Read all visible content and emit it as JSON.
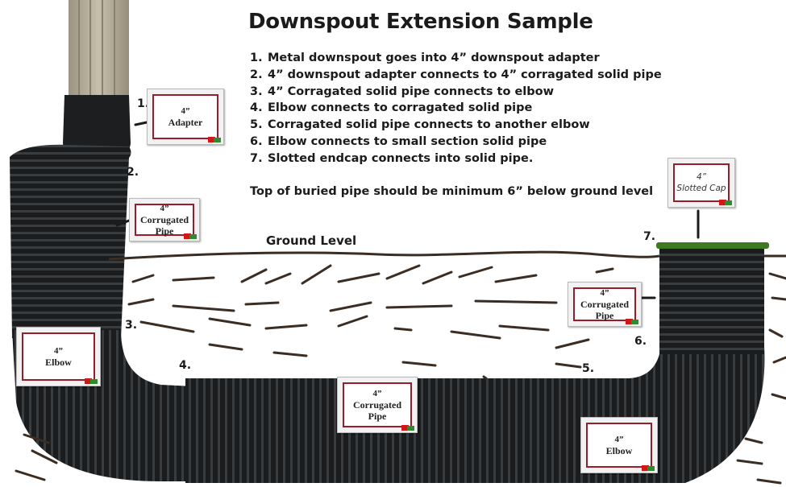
{
  "title": "Downspout Extension Sample",
  "steps": [
    {
      "number": "1.",
      "text": "Metal downspout goes into 4” downspout adapter"
    },
    {
      "number": "2.",
      "text": "4” downspout adapter connects to 4” corragated solid pipe"
    },
    {
      "number": "3.",
      "text": "4” Corragated solid pipe connects to elbow"
    },
    {
      "number": "4.",
      "text": "Elbow connects to corragated solid pipe"
    },
    {
      "number": "5.",
      "text": "Corragated solid pipe connects to another elbow"
    },
    {
      "number": "6.",
      "text": "Elbow connects to small section solid pipe"
    },
    {
      "number": "7.",
      "text": "Slotted endcap connects into solid pipe."
    }
  ],
  "note": "Top of buried pipe should be minimum 6” below ground level",
  "ground_label": "Ground Level",
  "markers": [
    "1.",
    "2.",
    "3.",
    "4.",
    "5.",
    "6.",
    "7."
  ],
  "labels": {
    "adapter": {
      "size": "4”",
      "name": "Adapter"
    },
    "pipe_upper": {
      "size": "4”",
      "name": "Corrugated Pipe"
    },
    "elbow_left": {
      "size": "4”",
      "name": "Elbow"
    },
    "pipe_bottom": {
      "size": "4”",
      "name": "Corrugated Pipe"
    },
    "elbow_right": {
      "size": "4”",
      "name": "Elbow"
    },
    "pipe_right": {
      "size": "4”",
      "name": "Corrugated Pipe"
    },
    "cap": {
      "size": "4”",
      "name": "Slotted Cap"
    }
  },
  "colors": {
    "pipe": "#1a1c1e",
    "pipe_rib": "#3a3d40",
    "downspout": "#b3ab96",
    "ground": "#3a2d24",
    "cap_rim": "#3f7a22",
    "label_border": "#9b1b2a",
    "text": "#1b1b1b"
  }
}
